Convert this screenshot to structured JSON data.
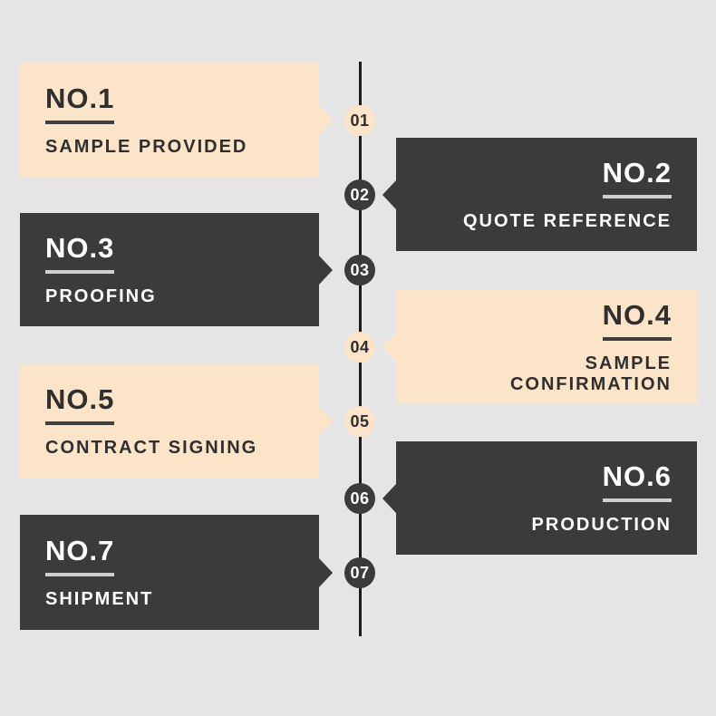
{
  "colors": {
    "background": "#e5e5e5",
    "cream": "#fce4c8",
    "dark": "#3b3b3b",
    "dark_text": "#2f2f2f",
    "light_text": "#ffffff",
    "line": "#1b1b1b",
    "underline_on_cream": "#3f3f3f",
    "underline_on_dark": "#cfcfcf"
  },
  "timeline": {
    "steps": [
      {
        "number": "NO.1",
        "label": "SAMPLE PROVIDED",
        "marker": "01",
        "side": "left",
        "theme": "cream"
      },
      {
        "number": "NO.2",
        "label": "QUOTE REFERENCE",
        "marker": "02",
        "side": "right",
        "theme": "dark"
      },
      {
        "number": "NO.3",
        "label": "PROOFING",
        "marker": "03",
        "side": "left",
        "theme": "dark"
      },
      {
        "number": "NO.4",
        "label": "SAMPLE CONFIRMATION",
        "marker": "04",
        "side": "right",
        "theme": "cream"
      },
      {
        "number": "NO.5",
        "label": "CONTRACT SIGNING",
        "marker": "05",
        "side": "left",
        "theme": "cream"
      },
      {
        "number": "NO.6",
        "label": "PRODUCTION",
        "marker": "06",
        "side": "right",
        "theme": "dark"
      },
      {
        "number": "NO.7",
        "label": "SHIPMENT",
        "marker": "07",
        "side": "left",
        "theme": "dark"
      }
    ]
  }
}
